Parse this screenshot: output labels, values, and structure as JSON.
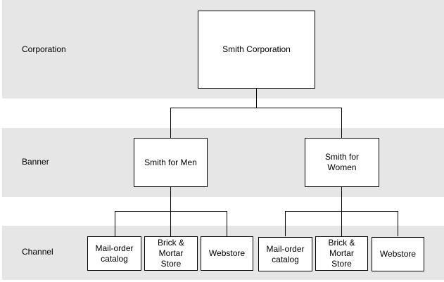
{
  "levels": {
    "corporation": "Corporation",
    "banner": "Banner",
    "channel": "Channel"
  },
  "corporation": "Smith Corporation",
  "banners": [
    {
      "name": "Smith for Men",
      "channels": [
        "Mail-order catalog",
        "Brick & Mortar Store",
        "Webstore"
      ]
    },
    {
      "name": "Smith for Women",
      "channels": [
        "Mail-order catalog",
        "Brick & Mortar Store",
        "Webstore"
      ]
    }
  ]
}
